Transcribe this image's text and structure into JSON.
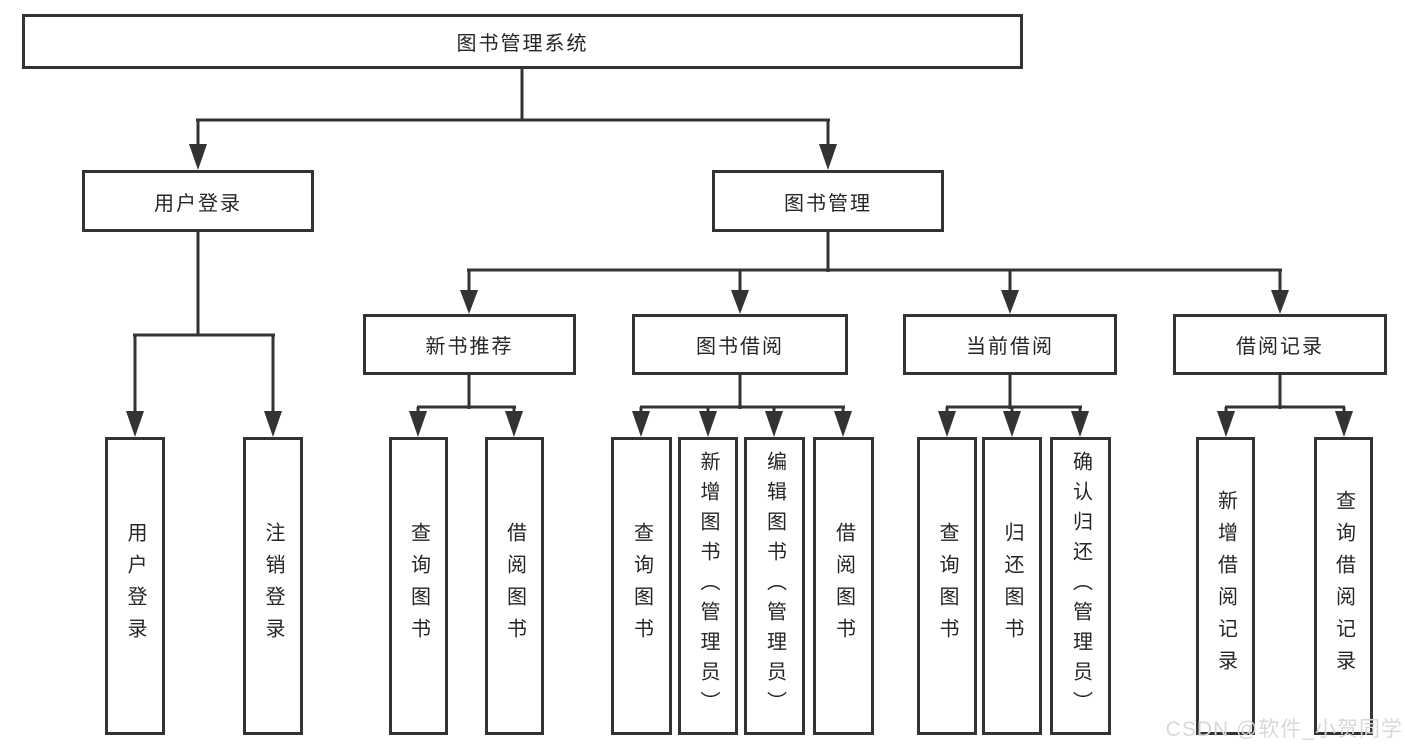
{
  "diagram_title": "图书管理系统",
  "colors": {
    "line": "#333333",
    "box_border": "#333333",
    "text": "#262626",
    "background": "#ffffff",
    "watermark_text_color": "#d8d8d8"
  },
  "nodes": {
    "root": {
      "label": "图书管理系统"
    },
    "user_login": {
      "label": "用户登录"
    },
    "book_mgmt": {
      "label": "图书管理"
    },
    "new_book_rec": {
      "label": "新书推荐"
    },
    "book_borrow": {
      "label": "图书借阅"
    },
    "current_borrow": {
      "label": "当前借阅"
    },
    "borrow_records": {
      "label": "借阅记录"
    },
    "leaf_user_login": {
      "label": "用户登录"
    },
    "leaf_logout": {
      "label": "注销登录"
    },
    "rec_query": {
      "label": "查询图书"
    },
    "rec_borrow": {
      "label": "借阅图书"
    },
    "bb_query": {
      "label": "查询图书"
    },
    "bb_add": {
      "label": "新增图书（管理员）"
    },
    "bb_edit": {
      "label": "编辑图书（管理员）"
    },
    "bb_borrow": {
      "label": "借阅图书"
    },
    "cb_query": {
      "label": "查询图书"
    },
    "cb_return": {
      "label": "归还图书"
    },
    "cb_confirm": {
      "label": "确认归还（管理员）"
    },
    "br_add": {
      "label": "新增借阅记录"
    },
    "br_query": {
      "label": "查询借阅记录"
    }
  },
  "hierarchy": {
    "图书管理系统": [
      "用户登录",
      "图书管理"
    ],
    "用户登录": [
      "用户登录",
      "注销登录"
    ],
    "图书管理": [
      "新书推荐",
      "图书借阅",
      "当前借阅",
      "借阅记录"
    ],
    "新书推荐": [
      "查询图书",
      "借阅图书"
    ],
    "图书借阅": [
      "查询图书",
      "新增图书（管理员）",
      "编辑图书（管理员）",
      "借阅图书"
    ],
    "当前借阅": [
      "查询图书",
      "归还图书",
      "确认归还（管理员）"
    ],
    "借阅记录": [
      "新增借阅记录",
      "查询借阅记录"
    ]
  },
  "watermark": {
    "text": "CSDN @软件_小贺同学"
  }
}
